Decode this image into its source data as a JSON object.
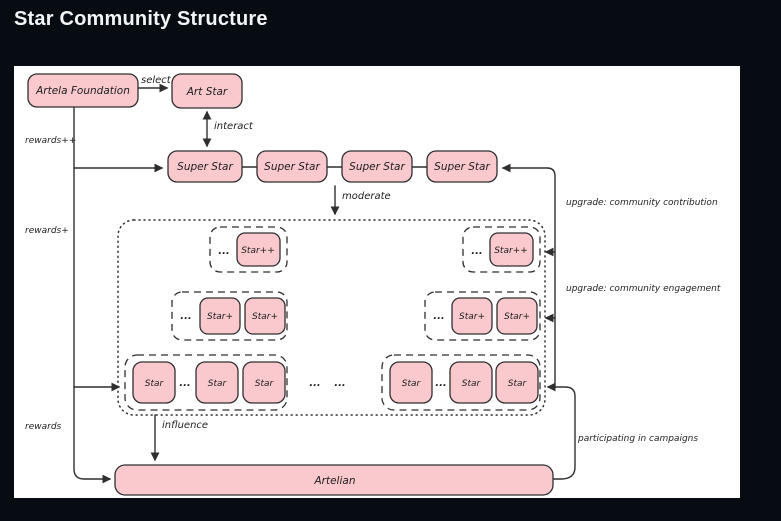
{
  "page": {
    "title": "Star Community Structure"
  },
  "colors": {
    "page_background": "#070c12",
    "canvas_background": "#ffffff",
    "node_fill": "#f9c9cd",
    "node_stroke": "#2f2f2f",
    "text": "#1e1e1e"
  },
  "nodes": {
    "artela_foundation": "Artela Foundation",
    "art_star": "Art Star",
    "super_star": "Super Star",
    "star_plus_plus": "Star++",
    "star_plus": "Star+",
    "star": "Star",
    "artelian": "Artelian",
    "ellipsis": "..."
  },
  "edges": {
    "select": "select",
    "interact": "interact",
    "moderate": "moderate",
    "influence": "influence",
    "rewards_plus_plus": "rewards++",
    "rewards_plus": "rewards+",
    "rewards": "rewards",
    "upgrade_contribution": "upgrade: community contribution",
    "upgrade_engagement": "upgrade: community engagement",
    "participating": "participating in campaigns"
  }
}
